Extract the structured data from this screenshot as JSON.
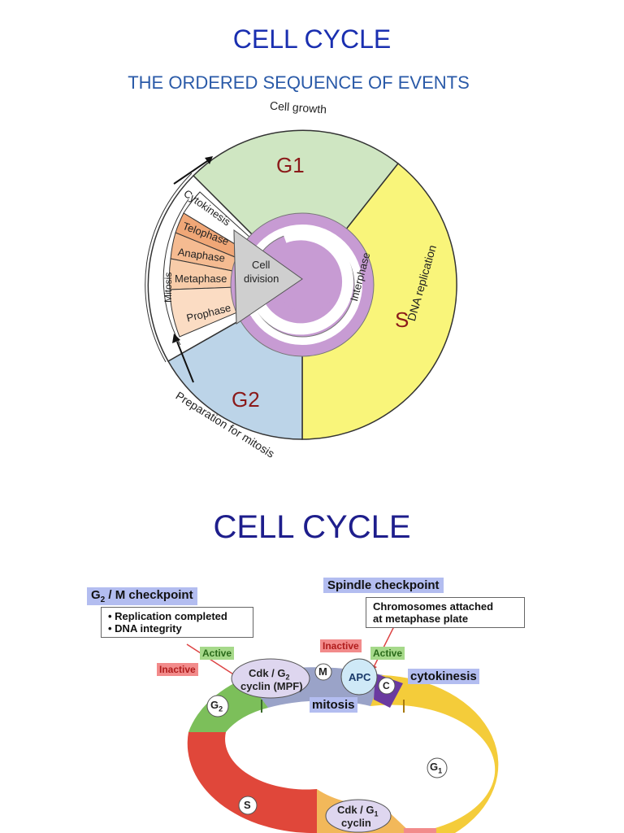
{
  "slide1": {
    "title": "CELL CYCLE",
    "subtitle": "THE ORDERED SEQUENCE OF EVENTS",
    "outer_labels": {
      "cell_growth": "Cell growth",
      "dna_replication": "DNA replication",
      "preparation": "Preparation for mitosis",
      "mitosis": "Mitosis"
    },
    "phases": {
      "g1": "G1",
      "s": "S",
      "g2": "G2"
    },
    "mitosis_stages": [
      "Cytokinesis",
      "Telophase",
      "Anaphase",
      "Metaphase",
      "Prophase"
    ],
    "center_label_line1": "Cell",
    "center_label_line2": "division",
    "interphase": "Interphase",
    "colors": {
      "g1": "#cfe6c2",
      "s": "#f9f57a",
      "g2": "#bcd4e8",
      "interphase_ring": "#c79bd3",
      "title": "#1a2fb0",
      "phase_text": "#8b1a1a"
    }
  },
  "slide2": {
    "title": "CELL CYCLE",
    "g2m_checkpoint": {
      "prefix": "G",
      "sub": "2",
      "rest": " / M checkpoint"
    },
    "g2m_notes": [
      "• Replication completed",
      "• DNA integrity"
    ],
    "spindle_checkpoint": "Spindle checkpoint",
    "spindle_note": [
      "Chromosomes attached",
      "at metaphase plate"
    ],
    "inactive": "Inactive",
    "active": "Active",
    "mpf_line1": "Cdk / G",
    "mpf_line1_sub": "2",
    "mpf_line2": "cyclin (MPF)",
    "apc": "APC",
    "m_letter": "M",
    "c_letter": "C",
    "cytokinesis": "cytokinesis",
    "mitosis": "mitosis",
    "g2_letter": "G",
    "g2_sub": "2",
    "g1_letter": "G",
    "g1_sub": "1",
    "s_letter": "S",
    "g1cdk_line1": "Cdk / G",
    "g1cdk_sub": "1",
    "g1cdk_line2": "cyclin",
    "colors": {
      "checkpoint_bg": "#b3bdf0",
      "inactive_bg": "#f28b8b",
      "active_bg": "#a6d98a",
      "ring_green": "#7cbf5a",
      "ring_red": "#e0473a",
      "ring_yellow": "#f4cc3a",
      "ring_gray": "#9aa3c8",
      "mpf_fill": "#ded6ef",
      "apc_fill": "#cfe9f7"
    }
  }
}
